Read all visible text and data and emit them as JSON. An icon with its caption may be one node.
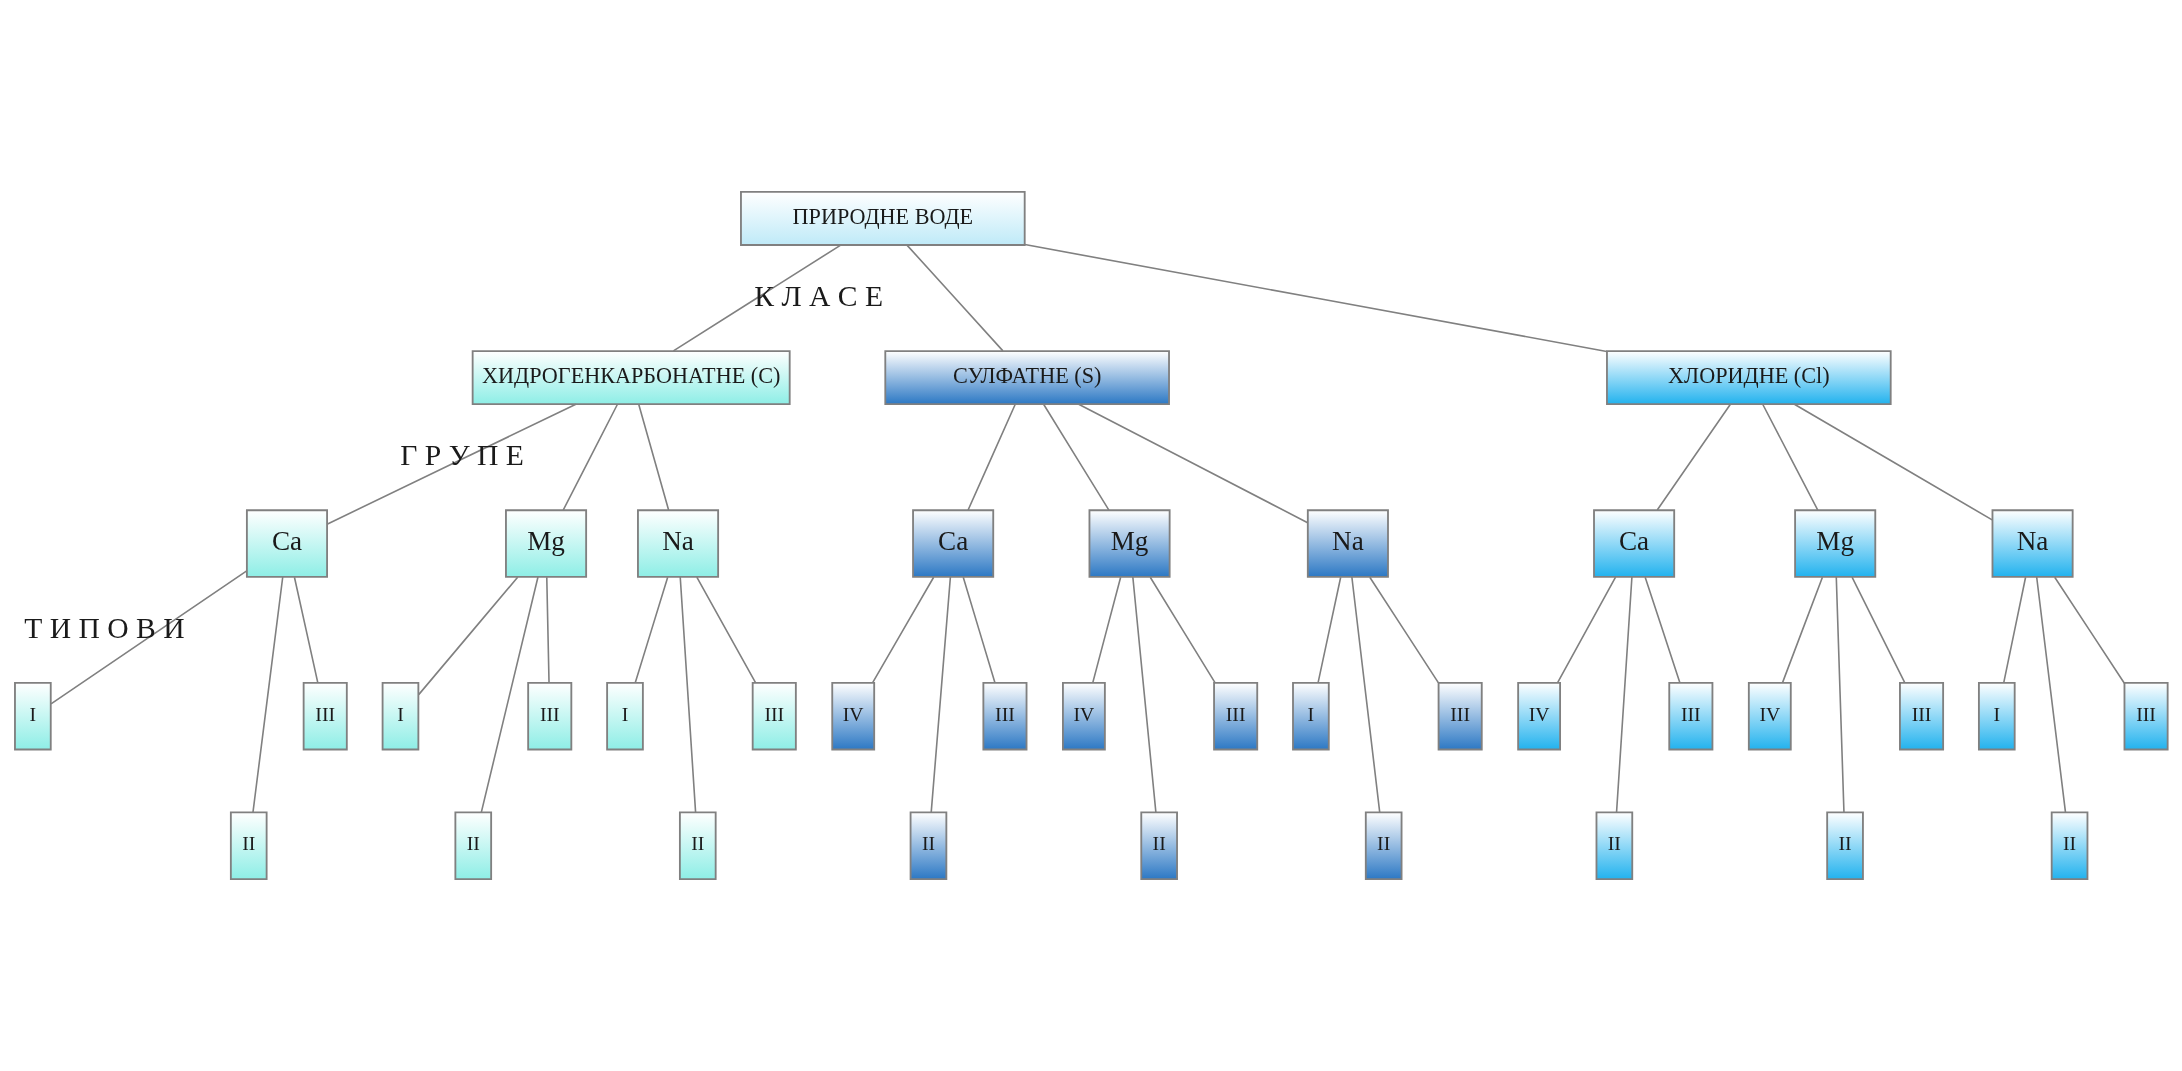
{
  "diagram": {
    "nodes": [
      {
        "text": [
          "ПРИРОДНЕ ВОДЕ"
        ]
      },
      {
        "text": [
          "ХИДРОГЕНКАРБОНАТНЕ (C)"
        ]
      },
      {
        "text": [
          "СУЛФАТНЕ (S)"
        ]
      },
      {
        "text": [
          "ХЛОРИДНЕ (Cl)"
        ]
      },
      {
        "text": [
          "Ca"
        ]
      },
      {
        "text": [
          "Mg"
        ]
      },
      {
        "text": [
          "Na"
        ]
      },
      {
        "text": [
          "Ca"
        ]
      },
      {
        "text": [
          "Mg"
        ]
      },
      {
        "text": [
          "Na"
        ]
      },
      {
        "text": [
          "Ca"
        ]
      },
      {
        "text": [
          "Mg"
        ]
      },
      {
        "text": [
          "Na"
        ]
      },
      {
        "text": [
          "I"
        ]
      },
      {
        "text": [
          "II"
        ]
      },
      {
        "text": [
          "III"
        ]
      },
      {
        "text": [
          "I"
        ]
      },
      {
        "text": [
          "II"
        ]
      },
      {
        "text": [
          "III"
        ]
      },
      {
        "text": [
          "I"
        ]
      },
      {
        "text": [
          "II"
        ]
      },
      {
        "text": [
          "III"
        ]
      },
      {
        "text": [
          "IV"
        ]
      },
      {
        "text": [
          "II"
        ]
      },
      {
        "text": [
          "III"
        ]
      },
      {
        "text": [
          "IV"
        ]
      },
      {
        "text": [
          "II"
        ]
      },
      {
        "text": [
          "III"
        ]
      },
      {
        "text": [
          "I"
        ]
      },
      {
        "text": [
          "II"
        ]
      },
      {
        "text": [
          "III"
        ]
      },
      {
        "text": [
          "IV"
        ]
      },
      {
        "text": [
          "II"
        ]
      },
      {
        "text": [
          "III"
        ]
      },
      {
        "text": [
          "IV"
        ]
      },
      {
        "text": [
          "II"
        ]
      },
      {
        "text": [
          "III"
        ]
      },
      {
        "text": [
          "I"
        ]
      },
      {
        "text": [
          "II"
        ]
      },
      {
        "text": [
          "III"
        ]
      }
    ],
    "edges": [
      {
        "from": 0,
        "to": 1,
        "arrow": "none"
      },
      {
        "from": 0,
        "to": 2,
        "arrow": "none"
      },
      {
        "from": 0,
        "to": 3,
        "arrow": "none"
      },
      {
        "from": 1,
        "to": 4,
        "arrow": "none"
      },
      {
        "from": 1,
        "to": 5,
        "arrow": "none"
      },
      {
        "from": 1,
        "to": 6,
        "arrow": "none"
      },
      {
        "from": 2,
        "to": 7,
        "arrow": "none"
      },
      {
        "from": 2,
        "to": 8,
        "arrow": "none"
      },
      {
        "from": 2,
        "to": 9,
        "arrow": "none"
      },
      {
        "from": 3,
        "to": 10,
        "arrow": "none"
      },
      {
        "from": 3,
        "to": 11,
        "arrow": "none"
      },
      {
        "from": 3,
        "to": 12,
        "arrow": "none"
      },
      {
        "from": 4,
        "to": 13,
        "arrow": "none"
      },
      {
        "from": 4,
        "to": 14,
        "arrow": "none"
      },
      {
        "from": 4,
        "to": 15,
        "arrow": "none"
      },
      {
        "from": 5,
        "to": 16,
        "arrow": "none"
      },
      {
        "from": 5,
        "to": 17,
        "arrow": "none"
      },
      {
        "from": 5,
        "to": 18,
        "arrow": "none"
      },
      {
        "from": 6,
        "to": 19,
        "arrow": "none"
      },
      {
        "from": 6,
        "to": 20,
        "arrow": "none"
      },
      {
        "from": 6,
        "to": 21,
        "arrow": "none"
      },
      {
        "from": 7,
        "to": 22,
        "arrow": "none"
      },
      {
        "from": 7,
        "to": 23,
        "arrow": "none"
      },
      {
        "from": 7,
        "to": 24,
        "arrow": "none"
      },
      {
        "from": 8,
        "to": 25,
        "arrow": "none"
      },
      {
        "from": 8,
        "to": 26,
        "arrow": "none"
      },
      {
        "from": 8,
        "to": 27,
        "arrow": "none"
      },
      {
        "from": 9,
        "to": 28,
        "arrow": "none"
      },
      {
        "from": 9,
        "to": 29,
        "arrow": "none"
      },
      {
        "from": 9,
        "to": 30,
        "arrow": "none"
      },
      {
        "from": 10,
        "to": 31,
        "arrow": "none"
      },
      {
        "from": 10,
        "to": 32,
        "arrow": "none"
      },
      {
        "from": 10,
        "to": 33,
        "arrow": "none"
      },
      {
        "from": 11,
        "to": 34,
        "arrow": "none"
      },
      {
        "from": 11,
        "to": 35,
        "arrow": "none"
      },
      {
        "from": 11,
        "to": 36,
        "arrow": "none"
      },
      {
        "from": 12,
        "to": 37,
        "arrow": "none"
      },
      {
        "from": 12,
        "to": 38,
        "arrow": "none"
      },
      {
        "from": 12,
        "to": 39,
        "arrow": "none"
      }
    ],
    "labels": [
      "К Л А С Е",
      "Г Р У П Е",
      "Т И П О В И"
    ]
  }
}
